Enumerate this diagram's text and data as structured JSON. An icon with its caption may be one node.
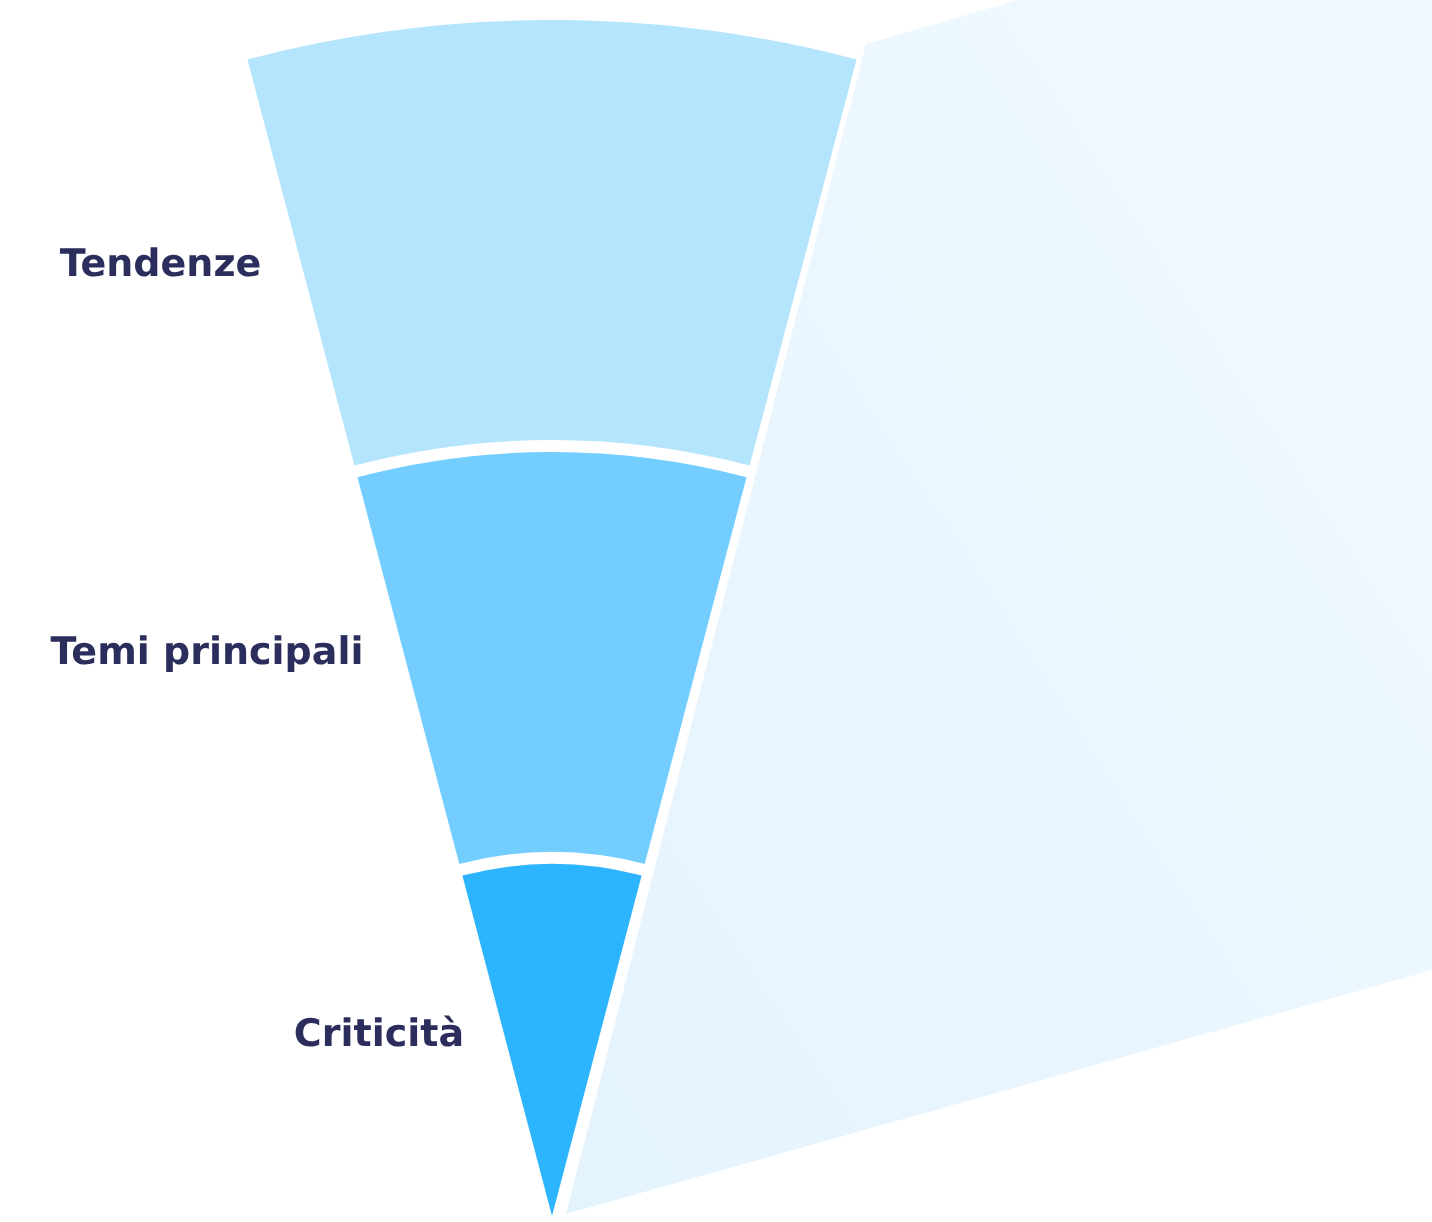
{
  "diagram": {
    "nodes": [
      {
        "text": [
          "Tendenze"
        ]
      },
      {
        "text": [
          "Temi principali"
        ]
      },
      {
        "text": [
          "Criticità"
        ]
      }
    ]
  }
}
